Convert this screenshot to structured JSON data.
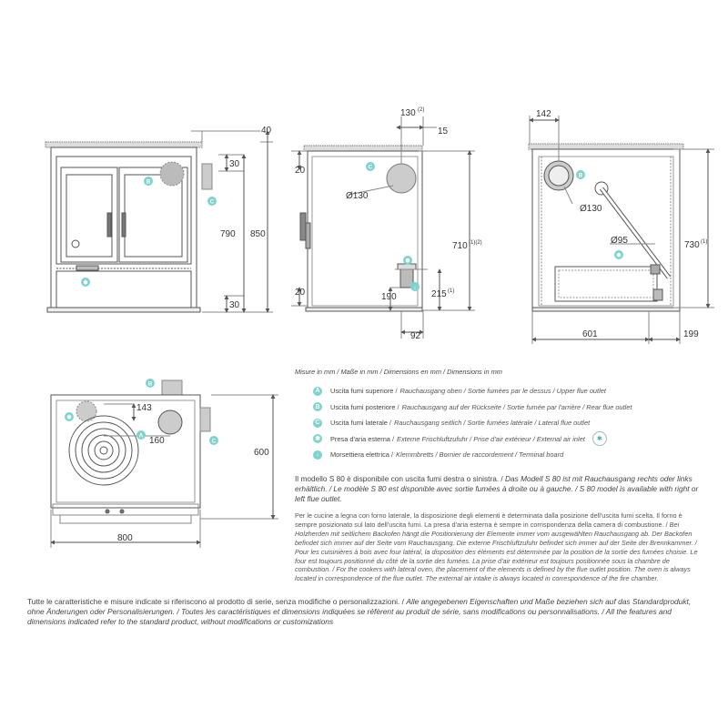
{
  "dimensions": {
    "front": {
      "top_offset": "40",
      "top_gap": "30",
      "height_790": "790",
      "height_850": "850",
      "bottom_gap": "30"
    },
    "side": {
      "flue_offset": "130",
      "flue_offset_note": "(2)",
      "right_offset": "15",
      "top_gap": "20",
      "flue_diameter": "Ø130",
      "height_710": "710",
      "height_710_note": "(1)(2)",
      "bottom_gap": "20",
      "inlet_height": "190",
      "terminal_height": "215",
      "terminal_height_note": "(1)",
      "depth_92": "92"
    },
    "back": {
      "flue_offset": "142",
      "flue_diameter": "Ø130",
      "height_730": "730",
      "height_730_note": "(1)",
      "inlet_diameter": "Ø95",
      "depth_601": "601",
      "depth_199": "199"
    },
    "top": {
      "dim_143": "143",
      "dim_160": "160",
      "depth_600": "600",
      "width_800": "800"
    }
  },
  "markers": {
    "a": "A",
    "b": "B",
    "c": "C",
    "star": "✱",
    "d": "↓"
  },
  "colors": {
    "line": "#555555",
    "accent": "#7fd3cf",
    "fill": "#cccccc"
  },
  "legend": {
    "units": "Misure in mm / Maße in mm / Dimensions en mm / Dimensions in mm",
    "items": [
      {
        "marker": "A",
        "label": "Uscita fumi superiore",
        "translations": "Rauchausgang oben / Sortie fumées par le dessus / Upper flue outlet"
      },
      {
        "marker": "B",
        "label": "Uscita fumi posteriore",
        "translations": "Rauchausgang auf der Rückseite / Sortie fumée par l'arrière / Rear flue outlet"
      },
      {
        "marker": "C",
        "label": "Uscita fumi laterale",
        "translations": "Rauchausgang seitlich / Sortie fumées latérale / Lateral flue outlet"
      },
      {
        "marker": "✱",
        "label": "Presa d'aria esterna",
        "translations": "Externe Frischluftzufuhr / Prise d'air extérieur / External air inlet"
      },
      {
        "marker": "↓",
        "label": "Morsettiera elettrica",
        "translations": "Klemmbretts / Bornier de raccordement / Terminal board"
      }
    ]
  },
  "notes": {
    "para1_it": "Il modello S 80 è disponibile con uscita fumi destra o sinistra. / ",
    "para1_tr": "Das Modell S 80 ist mit Rauchausgang rechts oder links erhältlich. / Le modèle S 80 est disponible avec sortie fumées à droite ou à gauche. / S 80 model is available with right or left flue outlet.",
    "para2_it": "Per le cucine a legna con forno laterale, la disposizione degli elementi è determinata dalla posizione dell'uscita fumi scelta. Il forno è sempre posizionato sul lato dell'uscita fumi. La presa d'aria esterna è sempre in corrispondenza della camera di combustione. / ",
    "para2_tr": "Bei Holzherden mit seitlichem Backofen hängt die Positionierung der Elemente immer vom ausgewählten Rauchausgang ab. Der Backofen befindet sich immer auf der Seite vom Rauchausgang. Die externe Frischluftzufuhr befindet sich immer auf der Seite der Brennkammer. / Pour les cuisinières à bois avec four latéral, la disposition des éléments est déterminée par la position de la sortie des fumées choisie. Le four est toujours positionné du côté de la sortie des fumées. La prise d'air extérieur est toujours positionnée sous la chambre de combustion. / For the cookers with lateral oven, the placement of the elements is defined by the flue outlet position. The oven is always located in correspondence of the flue outlet. The external air intake is always located in correspondence of the fire chamber.",
    "footer_it": "Tutte le caratteristiche e misure indicate si riferiscono al prodotto di serie, senza modifiche o personalizzazioni. / ",
    "footer_tr": "Alle angegebenen Eigenschaften und Maße beziehen sich auf das Standardprodukt, ohne Änderungen oder Personalisierungen. / Toutes les caractéristiques et dimensions indiquées se réfèrent au produit de série, sans modifications ou personnalisations. / All the features and dimensions indicated refer to the standard product, without modifications or customizations"
  }
}
